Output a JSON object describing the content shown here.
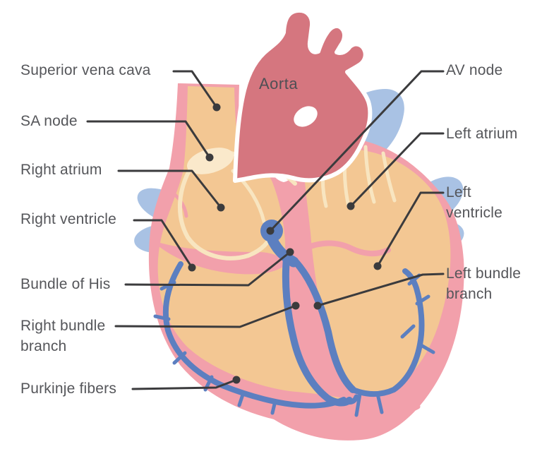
{
  "figure": {
    "type": "anatomical-diagram",
    "subject": "Heart conduction system"
  },
  "labels": {
    "superior_vena_cava": "Superior vena cava",
    "sa_node": "SA node",
    "right_atrium": "Right atrium",
    "right_ventricle": "Right ventricle",
    "bundle_of_his": "Bundle of His",
    "right_bundle_branch": "Right bundle branch",
    "purkinje_fibers": "Purkinje fibers",
    "aorta": "Aorta",
    "av_node": "AV node",
    "left_atrium": "Left atrium",
    "left_ventricle": "Left ventricle",
    "left_bundle_branch": "Left bundle branch"
  },
  "colors": {
    "background": "#ffffff",
    "heart_wall_pink": "#f2a0ab",
    "chamber_tan": "#f3c793",
    "aorta_red": "#d5767f",
    "vessel_blue": "#a9c2e4",
    "conduction_blue": "#5c7fc0",
    "tract_cream": "#f8e5c0",
    "sa_node_cream": "#fae9cb",
    "leader_line": "#3b3b3d",
    "label_text": "#55565a"
  }
}
